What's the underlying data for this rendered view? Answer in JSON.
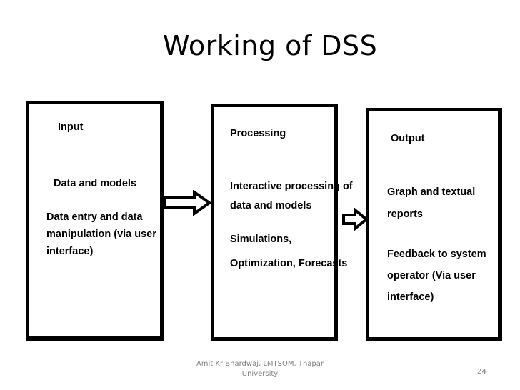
{
  "slide": {
    "title": "Working of DSS",
    "footer_author_line1": "Amit Kr Bhardwaj, LMTSOM, Thapar",
    "footer_author_line2": "University",
    "page_number": "24"
  },
  "boxes": {
    "input": {
      "heading": "Input",
      "line1": "Data and models",
      "line2": "Data entry and data",
      "line3": "manipulation (via user",
      "line4": "interface)"
    },
    "processing": {
      "heading": "Processing",
      "line1": "Interactive processing of",
      "line2": "data and models",
      "line3": "Simulations,",
      "line4": "Optimization, Forecasts"
    },
    "output": {
      "heading": "Output",
      "line1": "Graph and textual",
      "line2": "reports",
      "line3": "Feedback to system",
      "line4": "operator (Via user",
      "line5": "interface)"
    }
  },
  "arrows": [
    {
      "from": "input",
      "to": "processing",
      "style": "outline-right-arrow"
    },
    {
      "from": "processing",
      "to": "output",
      "style": "outline-right-arrow"
    }
  ]
}
